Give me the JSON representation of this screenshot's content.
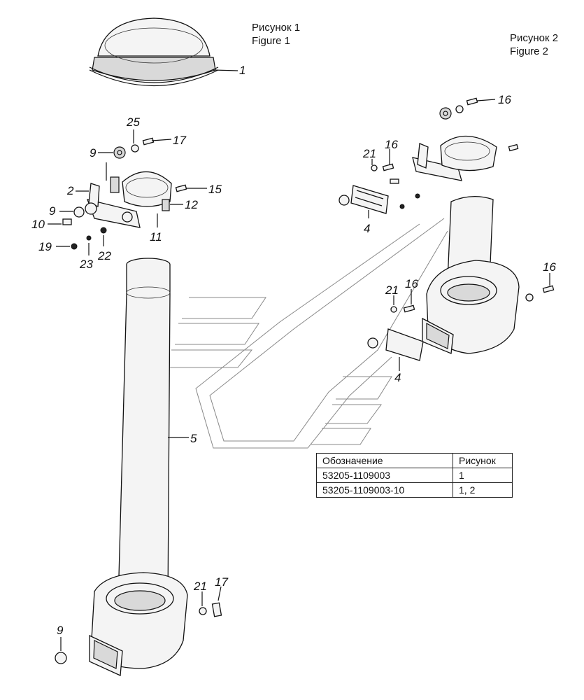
{
  "figure1": {
    "title_ru": "Рисунок 1",
    "title_en": "Figure 1"
  },
  "figure2": {
    "title_ru": "Рисунок 2",
    "title_en": "Figure 2"
  },
  "callouts": {
    "c1": "1",
    "c2": "2",
    "c4a": "4",
    "c4b": "4",
    "c5": "5",
    "c9a": "9",
    "c9b": "9",
    "c9c": "9",
    "c10": "10",
    "c11": "11",
    "c12": "12",
    "c15": "15",
    "c16a": "16",
    "c16b": "16",
    "c16c": "16",
    "c16d": "16",
    "c17a": "17",
    "c17b": "17",
    "c19": "19",
    "c21a": "21",
    "c21b": "21",
    "c21c": "21",
    "c22": "22",
    "c23": "23",
    "c25": "25"
  },
  "table": {
    "headers": [
      "Обозначение",
      "Рисунок"
    ],
    "rows": [
      [
        "53205-1109003",
        "1"
      ],
      [
        "53205-1109003-10",
        "1, 2"
      ]
    ]
  }
}
